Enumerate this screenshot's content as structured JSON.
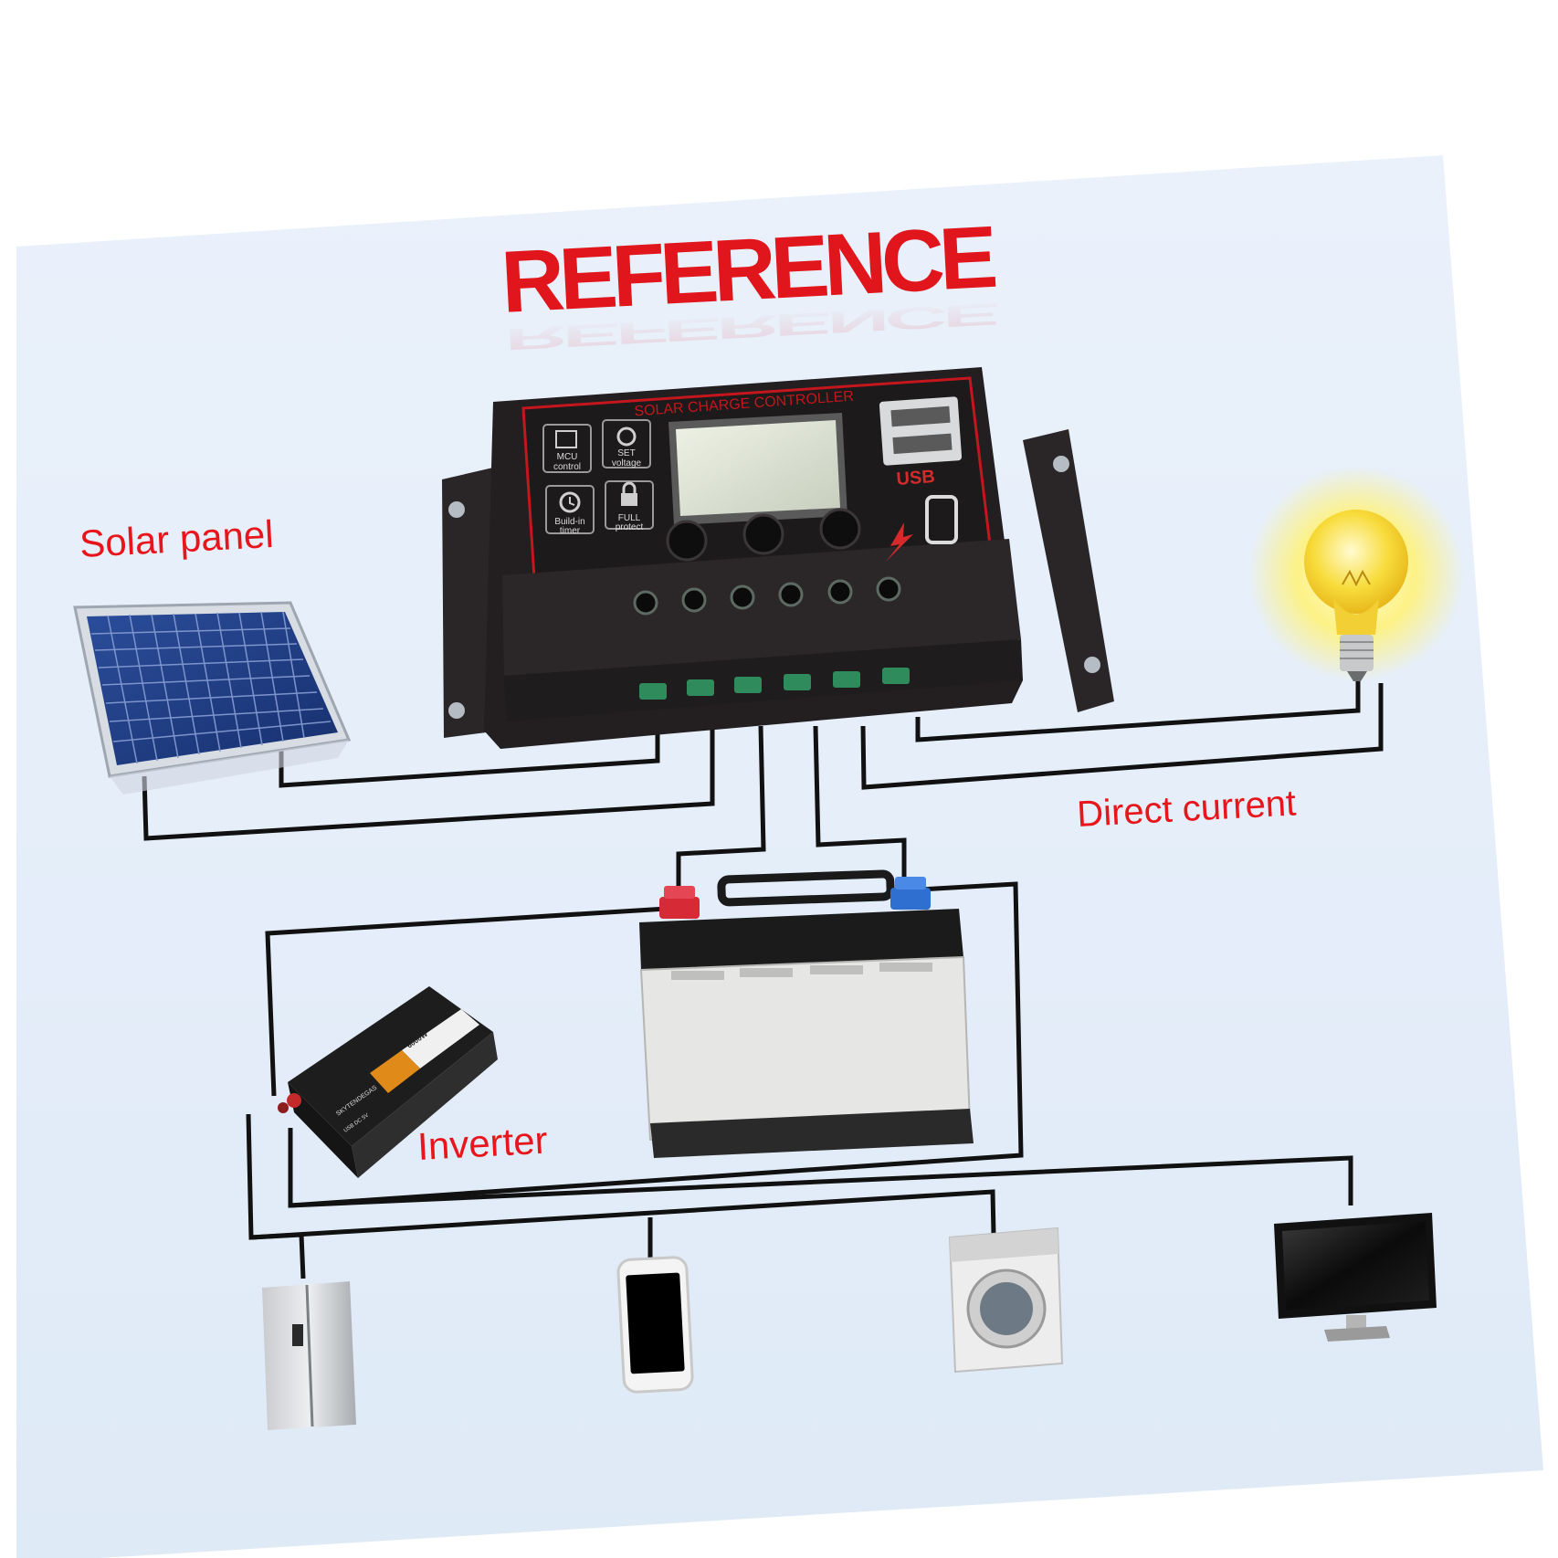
{
  "title": "REFERENCE",
  "labels": {
    "solar_panel": "Solar panel",
    "direct_current": "Direct current",
    "inverter": "Inverter"
  },
  "controller": {
    "header": "SOLAR CHARGE CONTROLLER",
    "usb_label": "USB",
    "features": [
      {
        "line1": "MCU",
        "line2": "control",
        "icon": "chip-icon"
      },
      {
        "line1": "SET",
        "line2": "voltage",
        "icon": "gear-icon"
      },
      {
        "line1": "Build-in",
        "line2": "timer",
        "icon": "clock-icon"
      },
      {
        "line1": "FULL",
        "line2": "protect",
        "icon": "lock-icon"
      }
    ],
    "buttons": [
      "menu-button",
      "up-button",
      "down-button"
    ]
  },
  "inverter_device": {
    "brand": "SKYTENDEGAS",
    "rating": "6000W",
    "usb_text": "USB DC 5V"
  },
  "appliances": [
    "refrigerator",
    "smartphone",
    "washing-machine",
    "monitor"
  ],
  "colors": {
    "title": "#e0161c",
    "label": "#e8161c",
    "wire": "#111111",
    "controller_body": "#231f20",
    "controller_accent": "#c4161c",
    "battery_pos": "#d62a36",
    "battery_neg": "#2f6fd0"
  }
}
